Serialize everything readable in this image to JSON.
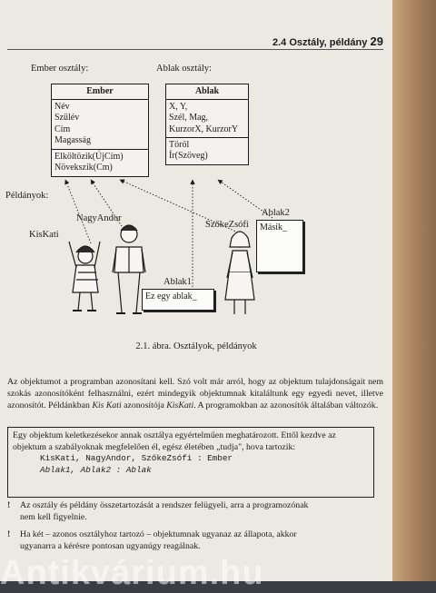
{
  "header": {
    "section": "2.4 Osztály, példány",
    "page_number": "29"
  },
  "diagram": {
    "ember_label": "Ember osztály:",
    "ablak_label": "Ablak osztály:",
    "ember": {
      "name": "Ember",
      "attributes": [
        "Név",
        "Szülév",
        "Cím",
        "Magasság"
      ],
      "methods": [
        "Elköltözik(ÚjCím)",
        "Növekszik(Cm)"
      ]
    },
    "ablak": {
      "name": "Ablak",
      "attributes": [
        "X, Y,",
        "Szél, Mag,",
        "KurzorX, KurzorY"
      ],
      "methods": [
        "Töröl",
        "Ír(Szöveg)"
      ]
    },
    "instances_label": "Példányok:",
    "instances": {
      "kiskati": "KisKati",
      "nagyandor": "NagyAndor",
      "szokezsofi": "SzőkeZsófi",
      "ablak1": "Ablak1",
      "ablak2": "Ablak2"
    },
    "ablak1_text": "Ez egy ablak_",
    "ablak2_text": "Másik_"
  },
  "caption": "2.1. ábra. Osztályok, példányok",
  "paragraph": {
    "part1": "Az objektumot a programban azonosítani kell. Szó volt már arról, hogy az objektum tulajdonságait nem szokás azonosítóként felhasználni, ezért mindegyik objektumnak kitaláltunk egy egyedi nevet, illetve azonosítót. Példánkban ",
    "em1": "Kis Kati",
    "part2": " azonosítója ",
    "em2": "KisKati",
    "part3": ". A programokban az azonosítók általában változók."
  },
  "box": {
    "text": "Egy objektum keletkezésekor annak osztálya egyértelműen meghatározott. Ettől kezdve az objektum a szabályoknak megfelelően él, egész életében „tudja\", hova tartozik:",
    "code1": "KisKati, NagyAndor, SzőkeZsófi : Ember",
    "code2": "Ablak1, Ablak2 : Ablak"
  },
  "notes": [
    {
      "bang": "!",
      "line1": "Az osztály és példány összetartozását a rendszer felügyeli, arra a programozónak",
      "line2": "nem kell figyelnie."
    },
    {
      "bang": "!",
      "line1": "Ha két – azonos osztályhoz tartozó – objektumnak ugyanaz az állapota, akkor",
      "line2": "ugyanarra a kérésre pontosan ugyanúgy reagálnak."
    }
  ],
  "watermark": "Antikvárium.hu"
}
